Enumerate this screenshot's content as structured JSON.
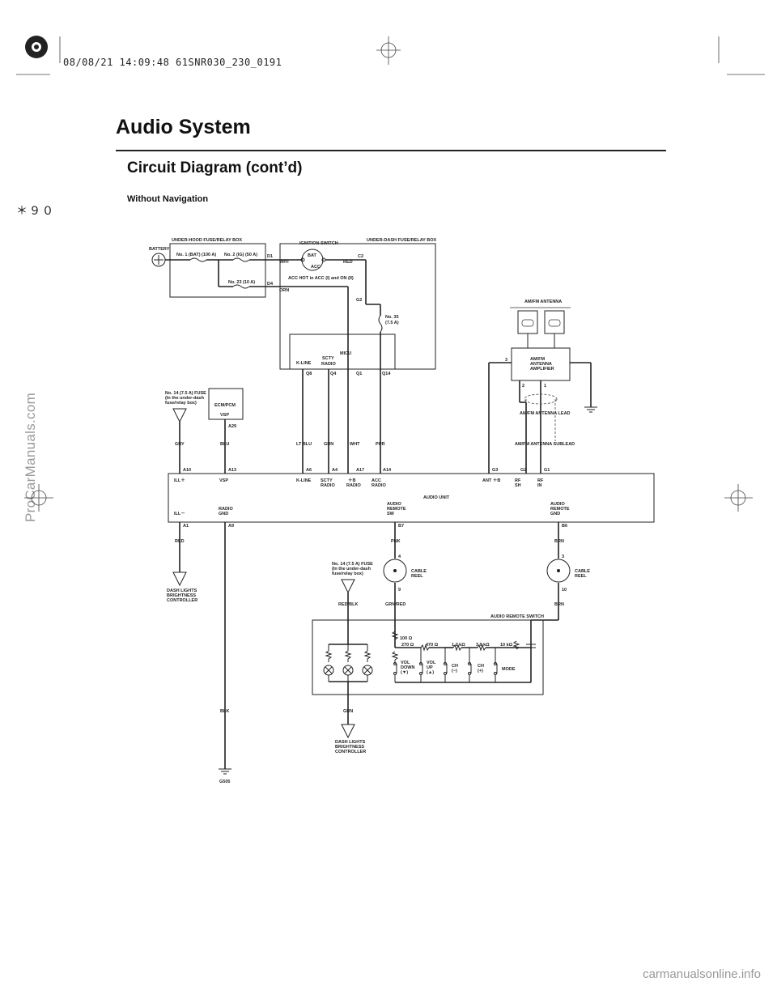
{
  "header": {
    "stamp": "08/08/21 14:09:48 61SNR030_230_0191",
    "page_title": "Audio System",
    "section_title": "Circuit Diagram (cont’d)",
    "subsection": "Without Navigation",
    "page_marker": "＊９０"
  },
  "watermarks": {
    "side": "ProCarManuals.com",
    "bottom": "carmanualsonline.info"
  },
  "labels": {
    "battery": "BATTERY",
    "underhood_box": "UNDER-HOOD FUSE/RELAY BOX",
    "fuse_no1": "No. 1 (BAT) (100 A)",
    "fuse_no2": "No. 2 (IG) (50 A)",
    "fuse_no23": "No. 23 (10 A)",
    "d1": "D1",
    "d4": "D4",
    "wht": "WHT",
    "orn": "ORN",
    "red": "RED",
    "ignition_switch": "IGNITION SWITCH",
    "bat": "BAT",
    "acc": "ACC",
    "acc_note": "ACC HOT in ACC (I) and ON (II)",
    "underdash_box": "UNDER-DASH FUSE/RELAY BOX",
    "c2": "C2",
    "g2_box": "G2",
    "fuse_no35": "No. 35",
    "fuse_no35_rating": "(7.5 A)",
    "mcu": "MICU",
    "kline_m": "K-LINE",
    "scty_m1": "SCTY",
    "scty_m2": "RADIO",
    "q8": "Q8",
    "q4": "Q4",
    "q1": "Q1",
    "q14": "Q14",
    "fuse14_a1": "No. 14 (7.5 A) FUSE",
    "fuse14_a2": "(In the under-dash",
    "fuse14_a3": "fuse/relay box)",
    "ecm": "ECM/PCM",
    "vsp_e": "VSP",
    "a29": "A29",
    "gry": "GRY",
    "blu": "BLU",
    "ltblu": "LT BLU",
    "grn": "GRN",
    "wht2": "WHT",
    "pur": "PUR",
    "a10": "A10",
    "a13": "A13",
    "a6": "A6",
    "a4": "A4",
    "a17": "A17",
    "a14": "A14",
    "g3": "G3",
    "g2": "G2",
    "g1": "G1",
    "ill_p": "ILL＋",
    "vsp": "VSP",
    "kline": "K-LINE",
    "scty1": "SCTY",
    "scty2": "RADIO",
    "b_plus1": "＋B",
    "b_plus2": "RADIO",
    "acc1": "ACC",
    "acc2": "RADIO",
    "ant_b": "ANT ＋B",
    "rf_sh1": "RF",
    "rf_sh2": "SH",
    "rf_in1": "RF",
    "rf_in2": "IN",
    "audio_unit": "AUDIO UNIT",
    "ill_m": "ILL－",
    "radio_gnd1": "RADIO",
    "radio_gnd2": "GND",
    "ars1": "AUDIO",
    "ars2": "REMOTE",
    "ars3": "SW",
    "arg1": "AUDIO",
    "arg2": "REMOTE",
    "arg3": "GND",
    "a1": "A1",
    "a9": "A9",
    "b7": "B7",
    "b6": "B6",
    "red2": "RED",
    "pnk": "PNK",
    "brn": "BRN",
    "brn2": "BRN",
    "pin4": "4",
    "pin9": "9",
    "pin3": "3",
    "pin10": "10",
    "cable_reel1": "CABLE",
    "cable_reel2": "REEL",
    "grn_red": "GRN/RED",
    "red_blk": "RED/BLK",
    "dl1": "DASH LIGHTS",
    "dl2": "BRIGHTNESS",
    "dl3": "CONTROLLER",
    "fuse14_b1": "No. 14 (7.5 A) FUSE",
    "fuse14_b2": "(In the under-dash",
    "fuse14_b3": "fuse/relay box)",
    "ars_switch": "AUDIO REMOTE SWITCH",
    "r100": "100 Ω",
    "r270": "270 Ω",
    "r470": "470 Ω",
    "r1k2": "1.2 kΩ",
    "r3k9": "3.9 kΩ",
    "r10k": "10 kΩ",
    "vol_down1": "VOL",
    "vol_down2": "DOWN",
    "vol_down3": "(▼)",
    "vol_up1": "VOL",
    "vol_up2": "UP",
    "vol_up3": "(▲)",
    "ch_m1": "CH",
    "ch_m2": "(−)",
    "ch_p1": "CH",
    "ch_p2": "(+)",
    "mode": "MODE",
    "blk": "BLK",
    "grn2": "GRN",
    "g505": "G505",
    "amfm_antenna": "AM/FM ANTENNA",
    "amp1": "AM/FM",
    "amp2": "ANTENNA",
    "amp3": "AMPLIFIER",
    "amp_pin3": "3",
    "amp_pin2": "2",
    "amp_pin1": "1",
    "lead": "AM/FM ANTENNA LEAD",
    "sublead": "AM/FM ANTENNA SUBLEAD"
  }
}
